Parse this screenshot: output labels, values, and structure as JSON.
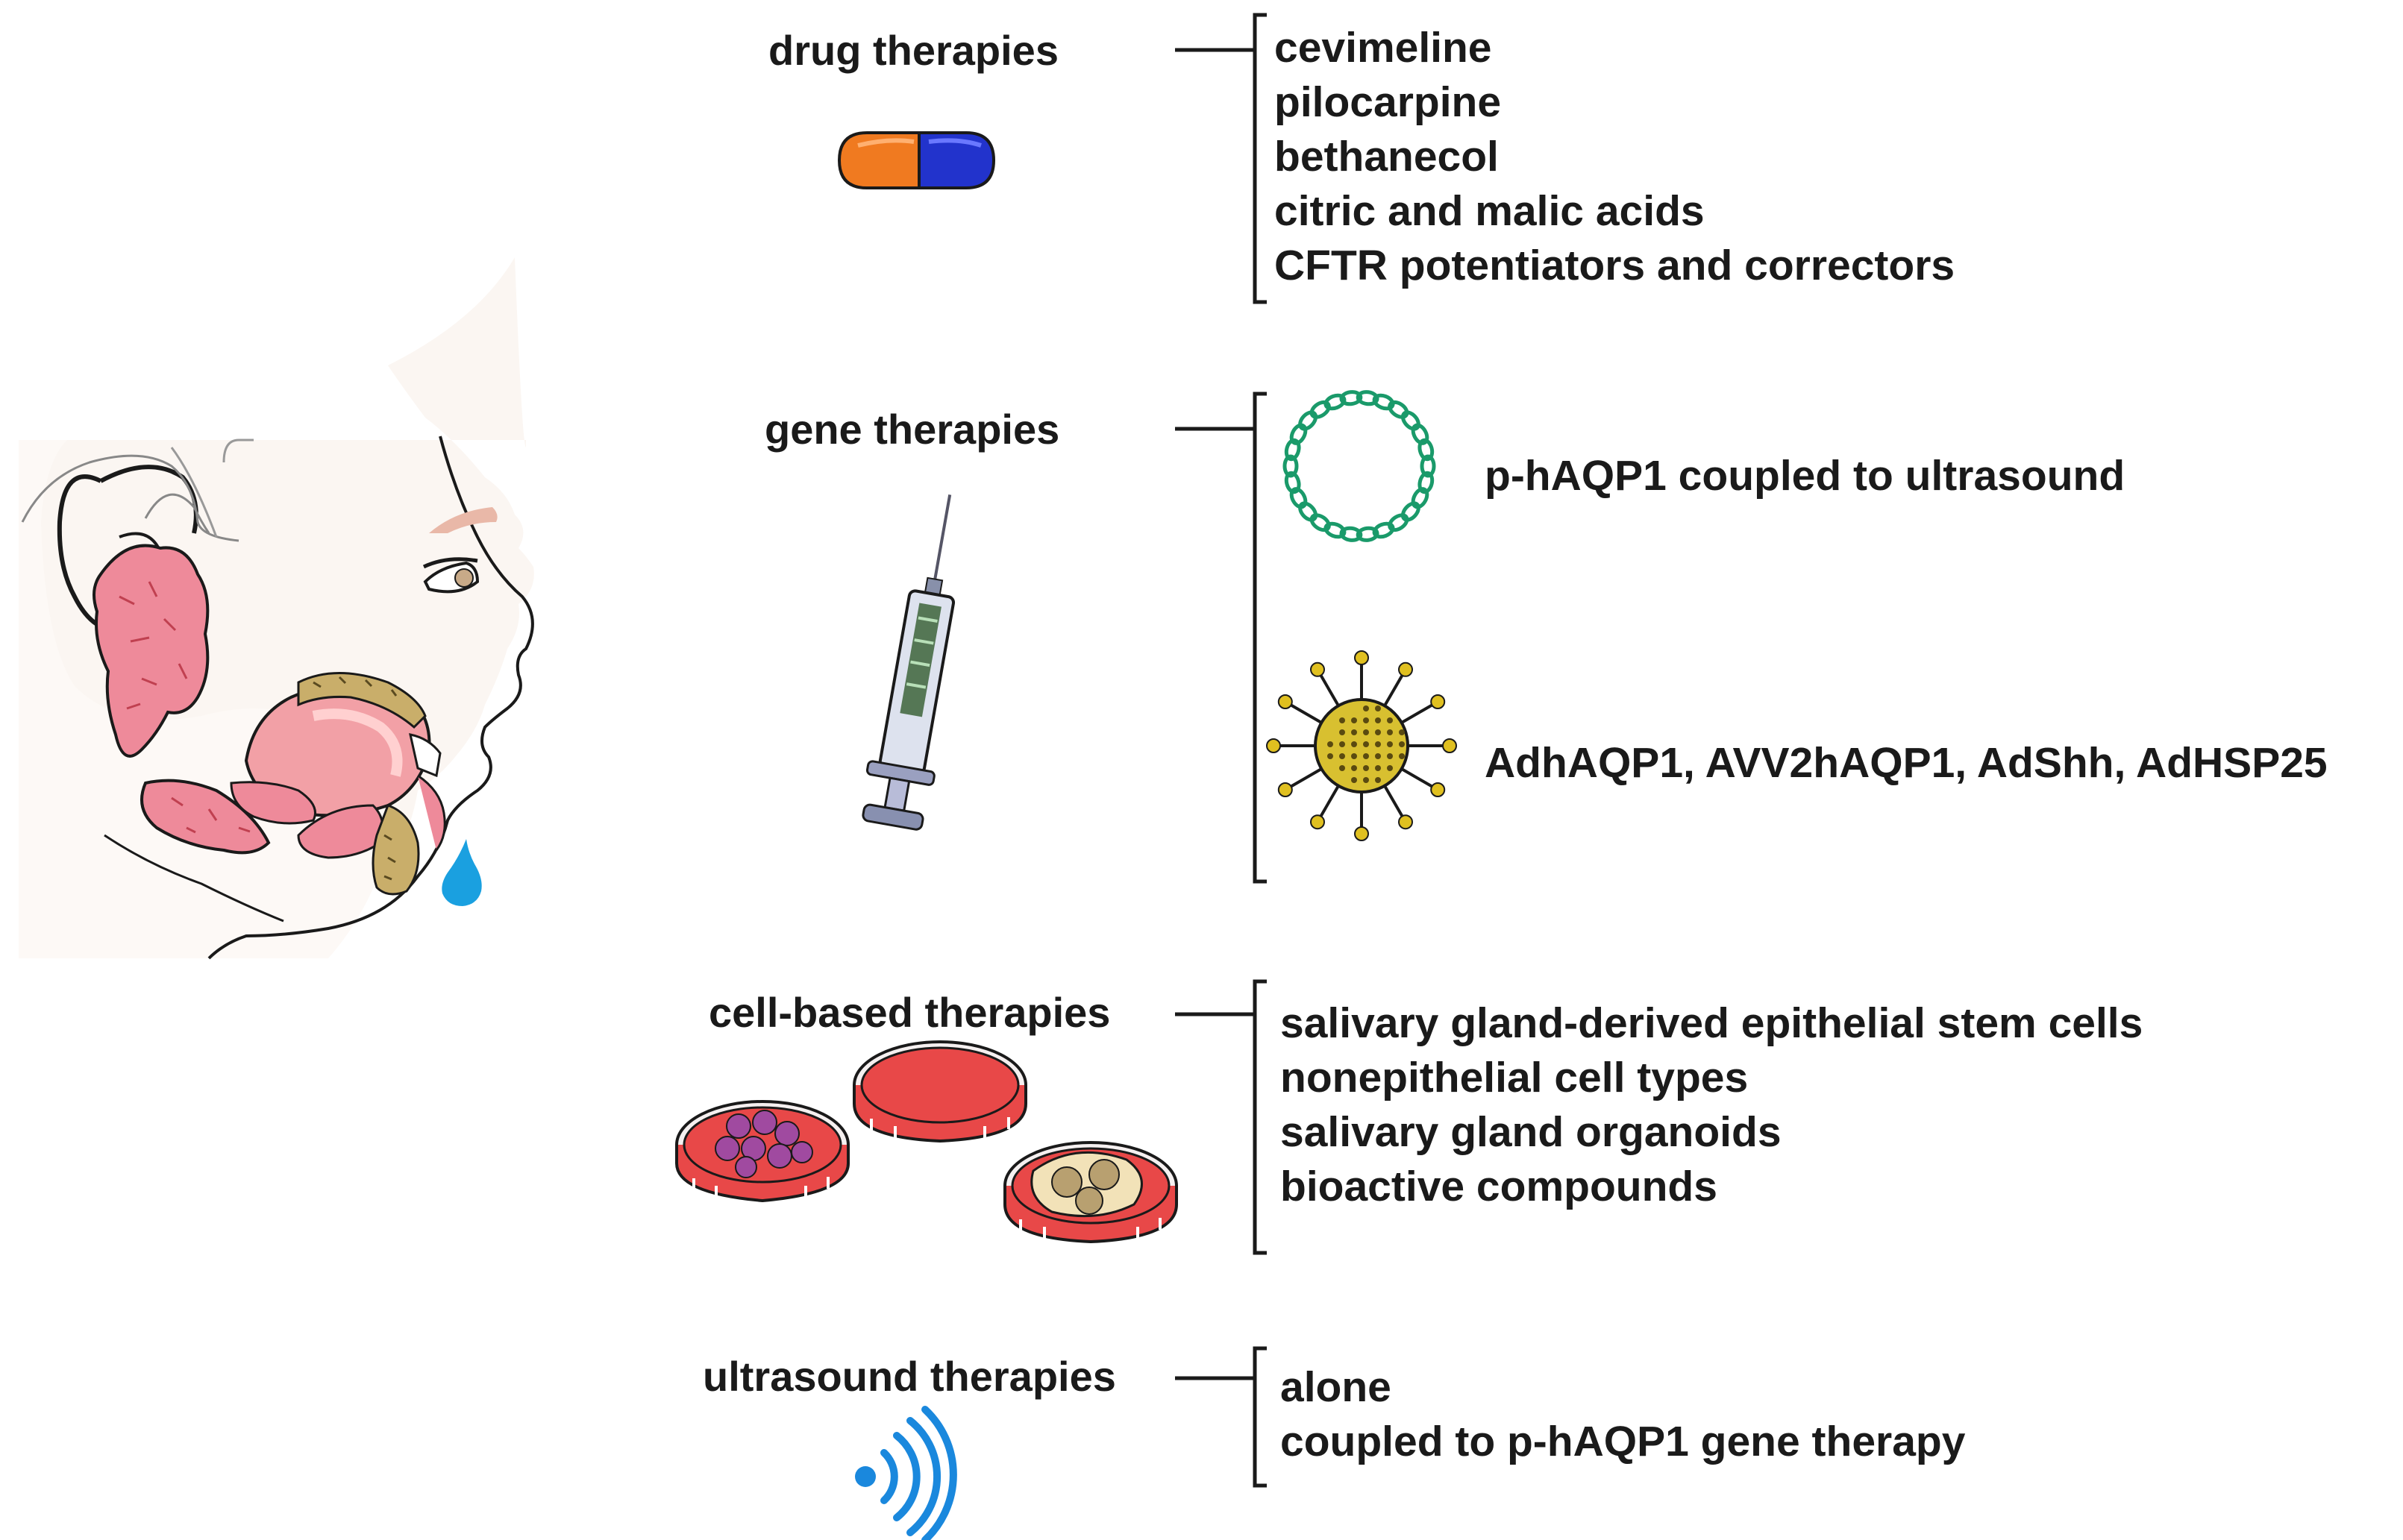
{
  "categories": [
    {
      "label": "drug therapies",
      "icon": "capsule-icon",
      "items": [
        "cevimeline",
        "pilocarpine",
        "bethanecol",
        "citric  and malic acids",
        "CFTR potentiators and correctors"
      ]
    },
    {
      "label": "gene therapies",
      "icon": "syringe-icon",
      "items": [
        "p-hAQP1 coupled to ultrasound",
        "AdhAQP1, AVV2hAQP1, AdShh, AdHSP25"
      ],
      "item_icons": [
        "plasmid-icon",
        "adenovirus-icon"
      ]
    },
    {
      "label": "cell-based therapies",
      "icon": "petri-dishes-icon",
      "items": [
        "salivary gland-derived epithelial  stem cells",
        "nonepithelial cell types",
        "salivary gland organoids",
        "bioactive compounds"
      ]
    },
    {
      "label": "ultrasound therapies",
      "icon": "ultrasound-waves-icon",
      "items": [
        "alone",
        "coupled to p-hAQP1 gene therapy"
      ]
    }
  ],
  "illustration": "face-salivary-glands-illustration",
  "colors": {
    "capsule_orange": "#f07a20",
    "capsule_blue": "#2233cc",
    "plasmid_green": "#1a9a6a",
    "gland_pink": "#ee8a9a",
    "petri_red": "#e84848",
    "ultrasound_blue": "#1a88dd",
    "saliva_blue": "#1aa0e0"
  }
}
